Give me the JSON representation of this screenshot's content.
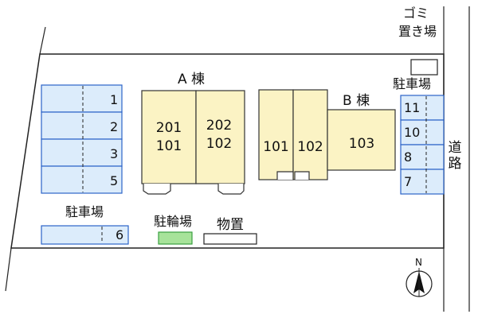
{
  "labels": {
    "garbage_line1": "ゴミ",
    "garbage_line2": "置き場",
    "building_a": "A 棟",
    "building_b": "B 棟",
    "parking_right": "駐車場",
    "parking_left": "駐車場",
    "bicycle": "駐輪場",
    "storage": "物置",
    "road_line1": "道",
    "road_line2": "路",
    "north": "N"
  },
  "parking_left_spaces": [
    "1",
    "2",
    "3",
    "5"
  ],
  "parking_left_bottom_space": "6",
  "parking_right_spaces": [
    "11",
    "10",
    "8",
    "7"
  ],
  "building_a_units": [
    {
      "top": "201",
      "bottom": "101"
    },
    {
      "top": "202",
      "bottom": "102"
    }
  ],
  "building_b_units": [
    "101",
    "102",
    "103"
  ],
  "colors": {
    "building_fill": "#fbf3c4",
    "parking_fill": "#dcecfb",
    "parking_stroke": "#2b63c9",
    "bicycle_fill": "#a7e39a",
    "bicycle_stroke": "#3aa040"
  }
}
